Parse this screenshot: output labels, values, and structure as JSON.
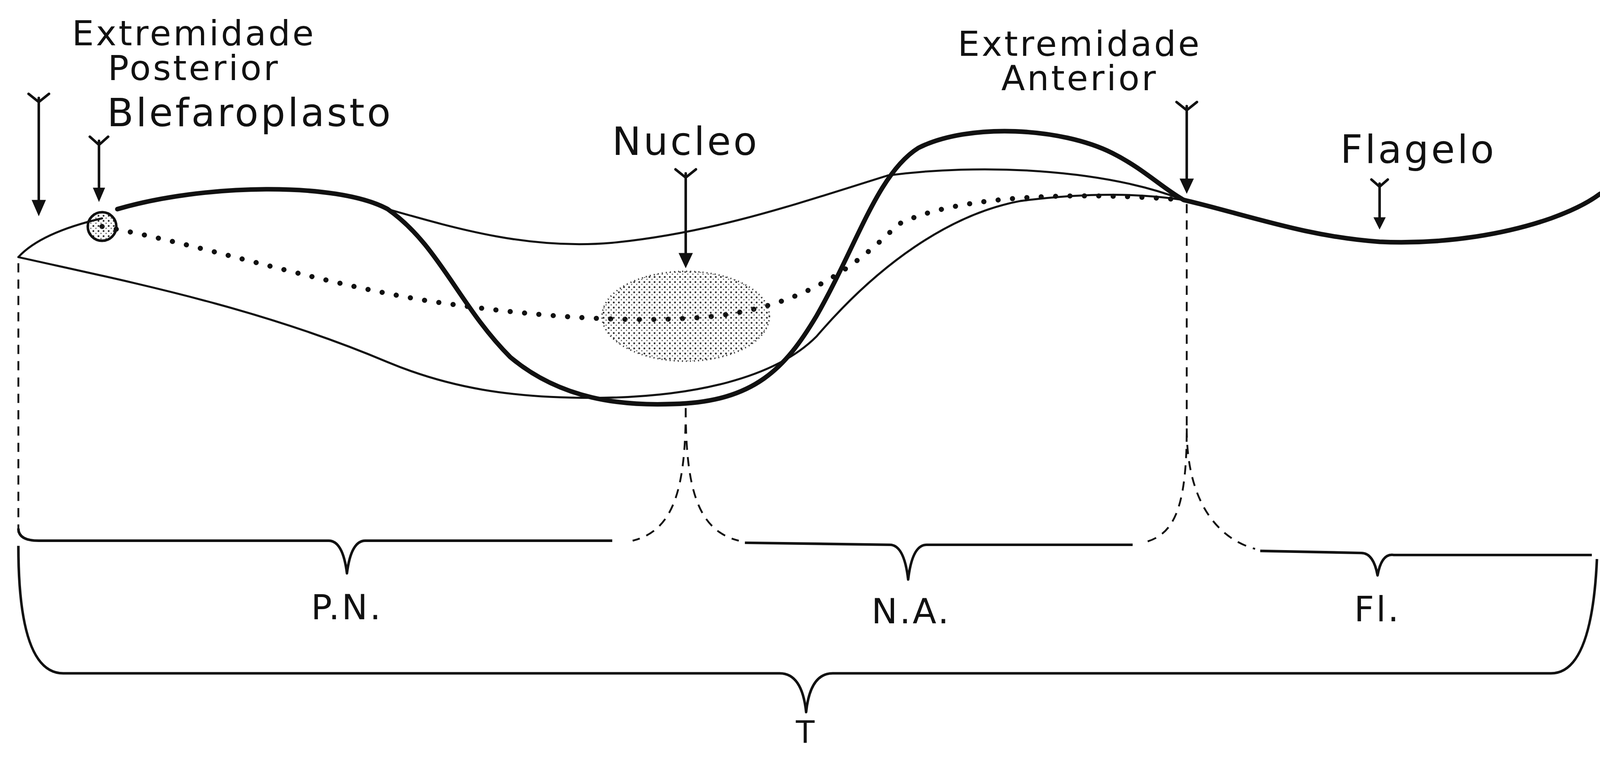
{
  "diagram": {
    "labels": [
      "Extremidade Posterior",
      "Blefaroplasto",
      "Nucleo",
      "Extremidade Anterior",
      "Flagelo",
      "P.N.",
      "N.A.",
      "Fl.",
      "T"
    ]
  }
}
